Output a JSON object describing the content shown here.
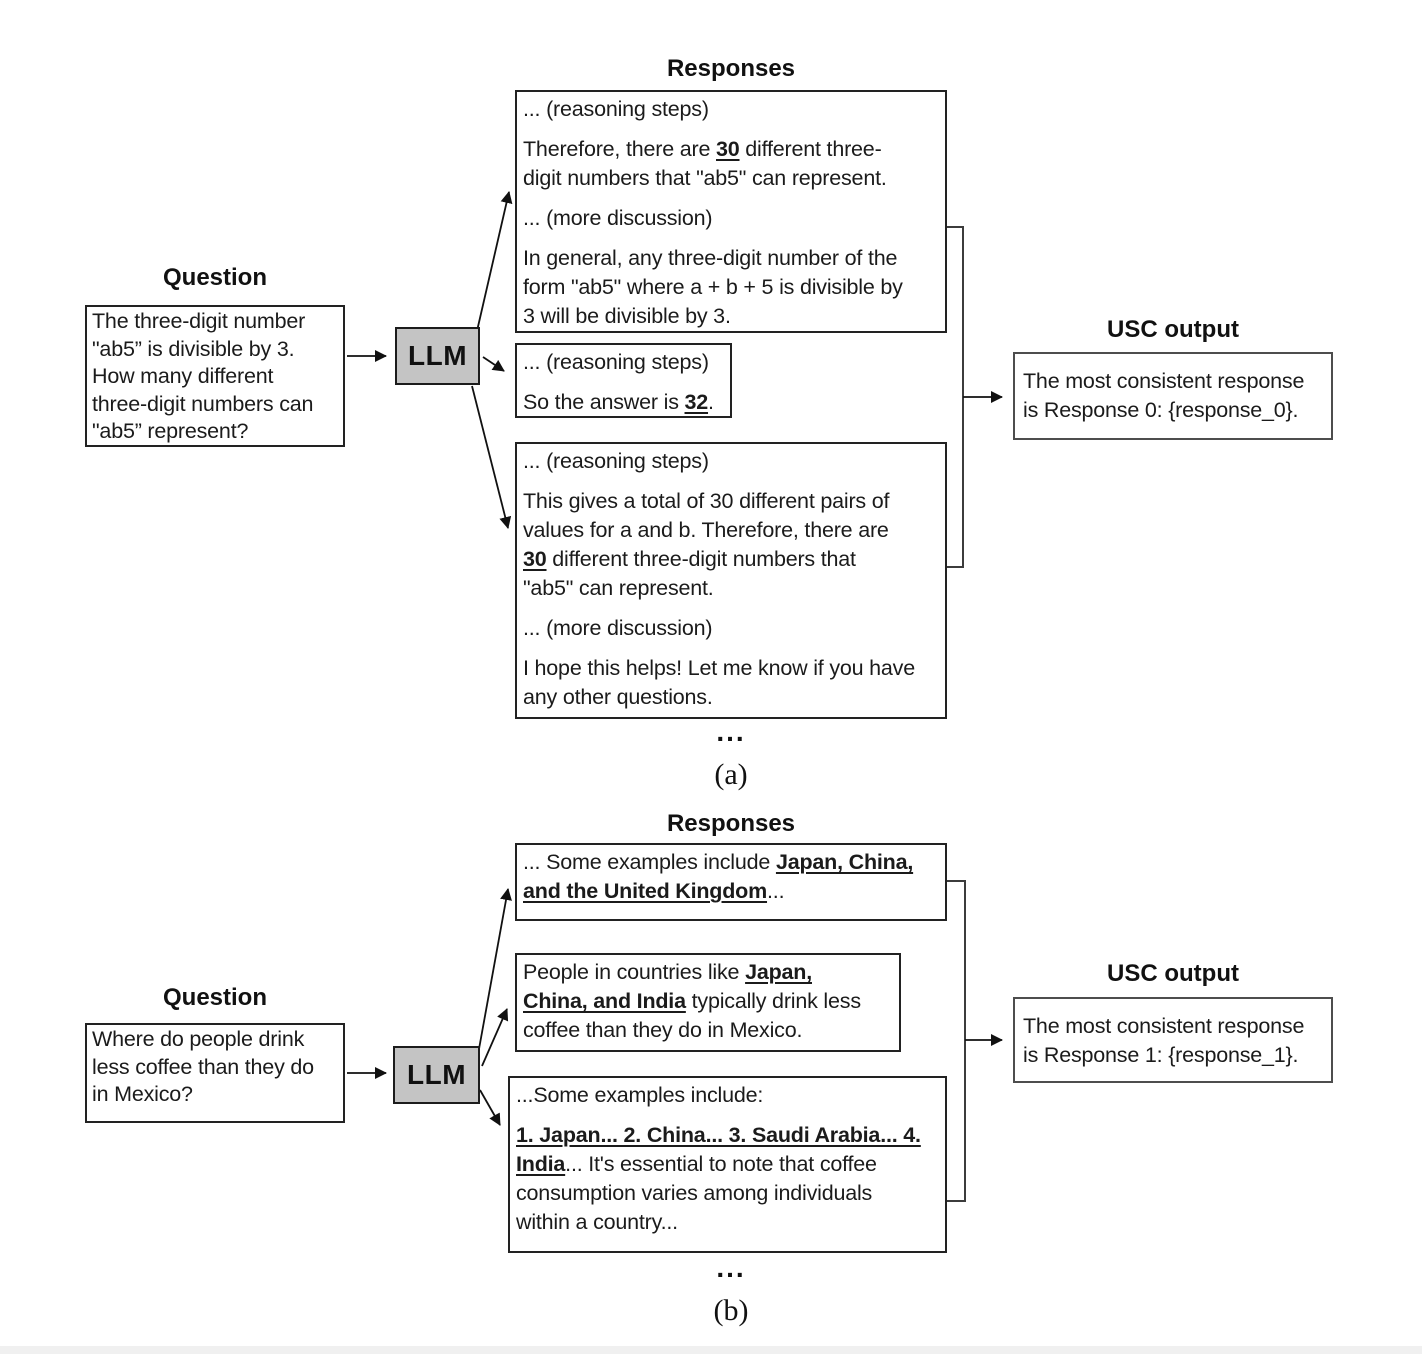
{
  "figure_a": {
    "label": "(a)",
    "question": {
      "title": "Question",
      "paragraphs": [
        [
          {
            "t": "The three-digit number"
          },
          {
            "br": true
          },
          {
            "t": "\"ab5” is divisible by 3."
          },
          {
            "br": true
          },
          {
            "t": "How many different"
          },
          {
            "br": true
          },
          {
            "t": "three-digit numbers can"
          },
          {
            "br": true
          },
          {
            "t": "\"ab5” represent?"
          }
        ]
      ]
    },
    "llm_label": "LLM",
    "responses_title": "Responses",
    "responses": [
      {
        "paragraphs": [
          [
            {
              "t": "... (reasoning steps)"
            }
          ],
          [
            {
              "t": "Therefore, there are "
            },
            {
              "t": "30",
              "b": true
            },
            {
              "t": " different three-"
            },
            {
              "br": true
            },
            {
              "t": "digit numbers that \"ab5\" can represent."
            }
          ],
          [
            {
              "t": "... (more discussion)"
            }
          ],
          [
            {
              "t": "In general, any three-digit number of the"
            },
            {
              "br": true
            },
            {
              "t": "form \"ab5\" where a + b + 5 is divisible by"
            },
            {
              "br": true
            },
            {
              "t": "3 will be divisible by 3."
            }
          ]
        ]
      },
      {
        "paragraphs": [
          [
            {
              "t": "... (reasoning steps)"
            }
          ],
          [
            {
              "t": "So the answer is "
            },
            {
              "t": "32",
              "b": true
            },
            {
              "t": "."
            }
          ]
        ]
      },
      {
        "paragraphs": [
          [
            {
              "t": "... (reasoning steps)"
            }
          ],
          [
            {
              "t": "This gives a total of 30 different pairs of"
            },
            {
              "br": true
            },
            {
              "t": "values for a and b. Therefore, there are"
            },
            {
              "br": true
            },
            {
              "t": "30",
              "b": true
            },
            {
              "t": " different three-digit numbers that"
            },
            {
              "br": true
            },
            {
              "t": "\"ab5\" can represent."
            }
          ],
          [
            {
              "t": "... (more discussion)"
            }
          ],
          [
            {
              "t": "I hope this helps! Let me know if you have"
            },
            {
              "br": true
            },
            {
              "t": "any other questions."
            }
          ]
        ]
      }
    ],
    "ellipsis": "...",
    "usc": {
      "title": "USC output",
      "paragraphs": [
        [
          {
            "t": "The most consistent response"
          },
          {
            "br": true
          },
          {
            "t": "is Response 0: {response_0}."
          }
        ]
      ]
    }
  },
  "figure_b": {
    "label": "(b)",
    "question": {
      "title": "Question",
      "paragraphs": [
        [
          {
            "t": "Where do people drink"
          },
          {
            "br": true
          },
          {
            "t": "less coffee than they do"
          },
          {
            "br": true
          },
          {
            "t": "in Mexico?"
          }
        ]
      ]
    },
    "llm_label": "LLM",
    "responses_title": "Responses",
    "responses": [
      {
        "paragraphs": [
          [
            {
              "t": "... Some examples include "
            },
            {
              "t": "Japan, China,",
              "b": true
            },
            {
              "br": true
            },
            {
              "t": "and the United Kingdom",
              "b": true
            },
            {
              "t": "..."
            }
          ]
        ]
      },
      {
        "paragraphs": [
          [
            {
              "t": "People in countries like "
            },
            {
              "t": "Japan,",
              "b": true
            },
            {
              "br": true
            },
            {
              "t": "China, and India",
              "b": true
            },
            {
              "t": " typically drink less"
            },
            {
              "br": true
            },
            {
              "t": "coffee than they do in Mexico."
            }
          ]
        ]
      },
      {
        "paragraphs": [
          [
            {
              "t": "...Some examples include:"
            }
          ],
          [
            {
              "t": "1. Japan... 2. China... 3. Saudi Arabia... 4.",
              "b": true
            },
            {
              "br": true
            },
            {
              "t": "India",
              "b": true
            },
            {
              "t": "... It's essential to note that coffee"
            },
            {
              "br": true
            },
            {
              "t": "consumption varies among individuals"
            },
            {
              "br": true
            },
            {
              "t": "within a country..."
            }
          ]
        ]
      }
    ],
    "ellipsis": "...",
    "usc": {
      "title": "USC output",
      "paragraphs": [
        [
          {
            "t": "The most consistent response"
          },
          {
            "br": true
          },
          {
            "t": "is Response 1: {response_1}."
          }
        ]
      ]
    }
  },
  "colors": {
    "llm_fill": "#c4c4c4",
    "box_border": "#222222",
    "text": "#1b1b1b",
    "edge_strip": "#f0f0f0"
  }
}
